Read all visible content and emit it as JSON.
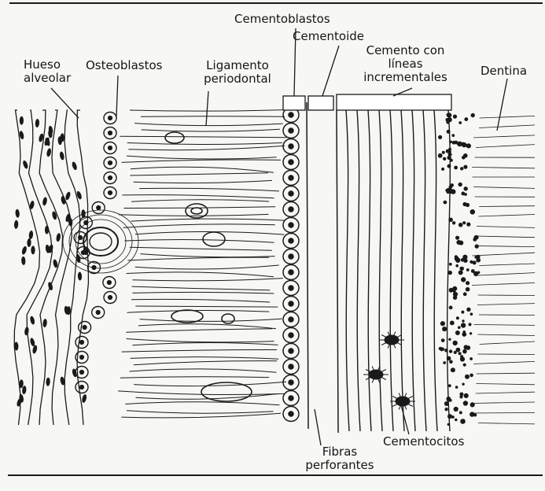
{
  "labels": {
    "hueso_alveolar": "Hueso alveolar",
    "osteoblastos": "Osteoblastos",
    "ligamento_periodontal": "Ligamento periodontal",
    "cementoblastos": "Cementoblastos",
    "cementoide": "Cementoide",
    "cemento_lineas": "Cemento con líneas incrementales",
    "dentina": "Dentina",
    "fibras_perforantes": "Fibras perforantes",
    "cementocitos": "Cementocitos"
  },
  "colors": {
    "ink": "#151515",
    "paper": "#f7f7f5",
    "frame": "#1a1a1a"
  }
}
